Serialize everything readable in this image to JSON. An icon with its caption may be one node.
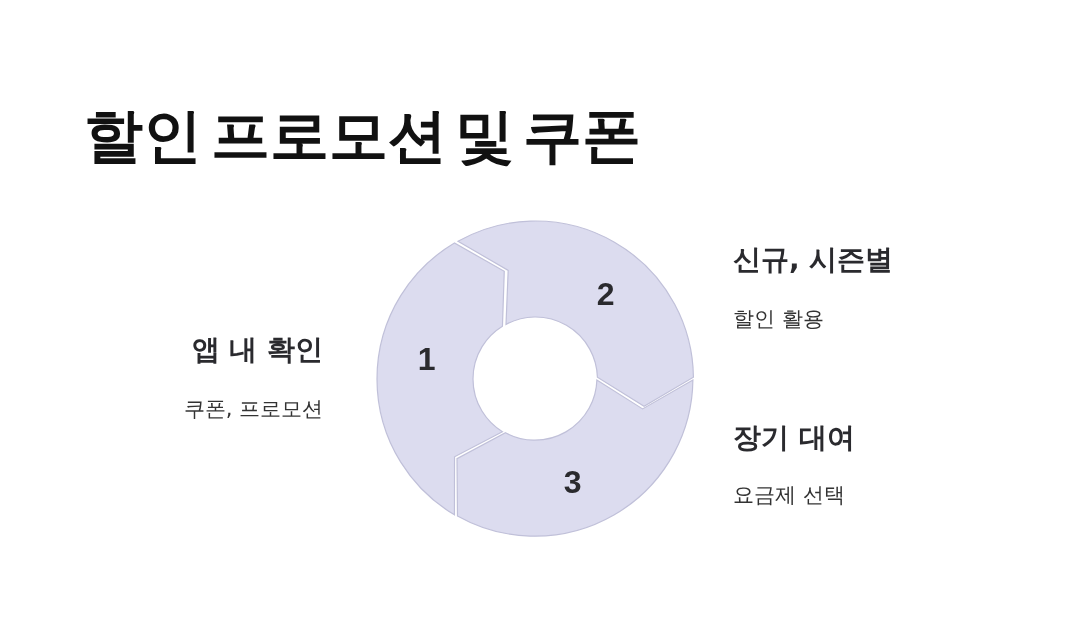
{
  "diagram": {
    "title": "할인 프로모션 및 쿠폰",
    "nodes": [
      {
        "text": [
          "1"
        ],
        "beside": [
          "앱 내 확인",
          "쿠폰, 프로모션"
        ]
      },
      {
        "text": [
          "2"
        ],
        "beside": [
          "신규, 시즌별",
          "할인 활용"
        ]
      },
      {
        "text": [
          "3"
        ],
        "beside": [
          "장기 대여",
          "요금제 선택"
        ]
      }
    ]
  }
}
